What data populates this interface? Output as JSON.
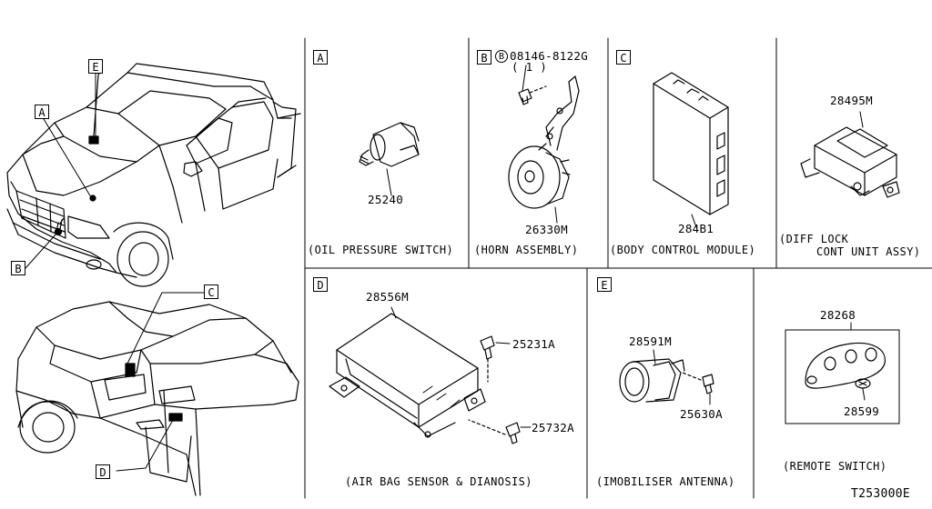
{
  "callouts": {
    "A": "A",
    "B": "B",
    "C": "C",
    "D": "D",
    "E": "E"
  },
  "panels": {
    "oil": {
      "letter": "A",
      "part": "25240",
      "caption": "(OIL PRESSURE SWITCH)"
    },
    "horn": {
      "letter": "B",
      "bolt_part": "08146-8122G",
      "bolt_qty": "( 1 )",
      "bolt_symbol": "B",
      "part": "26330M",
      "caption": "(HORN ASSEMBLY)"
    },
    "bcm": {
      "letter": "C",
      "part": "284B1",
      "caption": "(BODY CONTROL MODULE)"
    },
    "diff": {
      "part": "28495M",
      "caption_line1": "(DIFF LOCK",
      "caption_line2": "CONT UNIT ASSY)"
    },
    "airbag": {
      "letter": "D",
      "part_main": "28556M",
      "part_bolt1": "25231A",
      "part_bolt2": "25732A",
      "caption": "(AIR BAG SENSOR & DIANOSIS)"
    },
    "immob": {
      "letter": "E",
      "part_main": "28591M",
      "part_screw": "25630A",
      "caption": "(IMOBILISER ANTENNA)"
    },
    "remote": {
      "part_main": "28268",
      "part_battery": "28599",
      "caption": "(REMOTE SWITCH)"
    }
  },
  "diagram_code": "T253000E"
}
